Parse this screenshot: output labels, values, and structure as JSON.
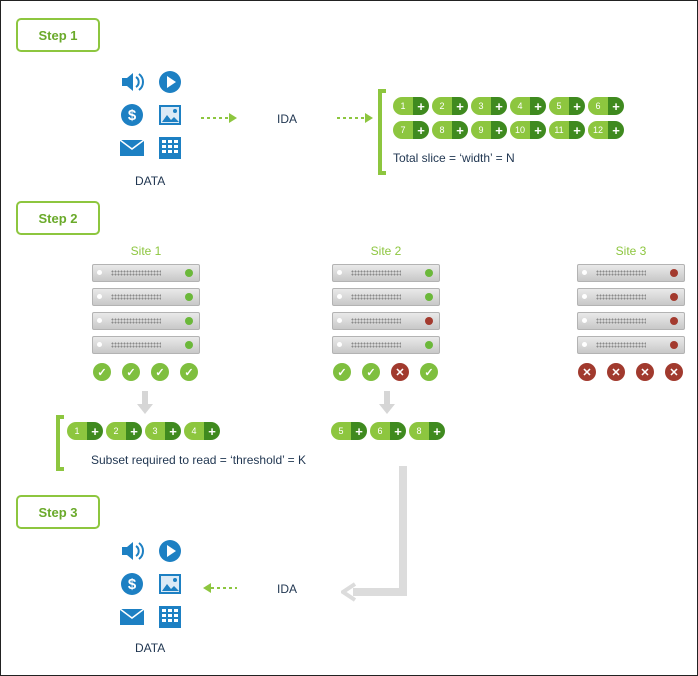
{
  "steps": {
    "step1": "Step 1",
    "step2": "Step 2",
    "step3": "Step 3"
  },
  "step1": {
    "data_label": "DATA",
    "ida_label": "IDA",
    "total_slice_text": "Total slice = ‘width’ = N",
    "slices": [
      "1",
      "2",
      "3",
      "4",
      "5",
      "6",
      "7",
      "8",
      "9",
      "10",
      "11",
      "12"
    ]
  },
  "step2": {
    "sites": [
      {
        "label": "Site 1",
        "leds": [
          "green",
          "green",
          "green",
          "green"
        ],
        "status": [
          "ok",
          "ok",
          "ok",
          "ok"
        ]
      },
      {
        "label": "Site 2",
        "leds": [
          "green",
          "green",
          "red",
          "green"
        ],
        "status": [
          "ok",
          "ok",
          "fail",
          "ok"
        ]
      },
      {
        "label": "Site 3",
        "leds": [
          "red",
          "red",
          "red",
          "red"
        ],
        "status": [
          "fail",
          "fail",
          "fail",
          "fail"
        ]
      }
    ],
    "subset_site1": [
      "1",
      "2",
      "3",
      "4"
    ],
    "subset_site2": [
      "5",
      "6",
      "8"
    ],
    "threshold_text": "Subset required to read = ‘threshold’ = K"
  },
  "step3": {
    "ida_label": "IDA",
    "data_label": "DATA"
  },
  "colors": {
    "accent": "#8dc63f",
    "accent_dark": "#3f8a1f",
    "led_green": "#6bb83a",
    "led_red": "#a33a2e",
    "text": "#1f3550"
  },
  "icons": [
    "speaker-icon",
    "play-icon",
    "dollar-icon",
    "image-icon",
    "mail-icon",
    "spreadsheet-icon",
    "check-icon",
    "cross-icon"
  ]
}
